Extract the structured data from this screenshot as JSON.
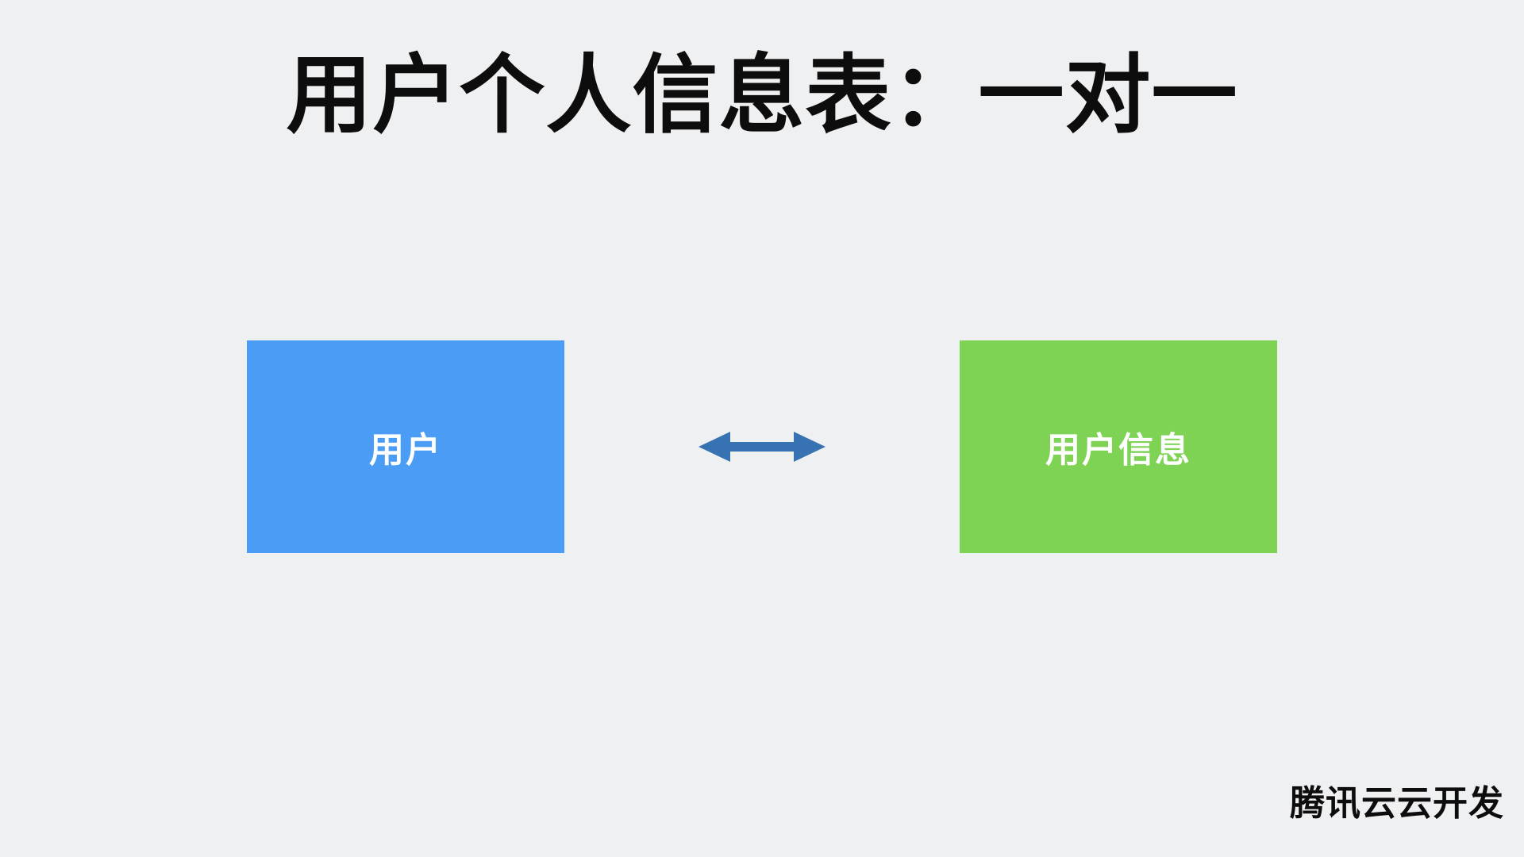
{
  "title": "用户个人信息表：一对一",
  "diagram": {
    "left_box": {
      "label": "用户",
      "color": "#4A9CF5"
    },
    "right_box": {
      "label": "用户信息",
      "color": "#7ED355"
    },
    "arrow": {
      "name": "double-headed-arrow",
      "color": "#3773B3"
    }
  },
  "footer": {
    "brand": "腾讯云云开发"
  },
  "colors": {
    "background": "#EFF0F2",
    "title_text": "#0D0D0D",
    "box_text": "#FFFFFF"
  }
}
